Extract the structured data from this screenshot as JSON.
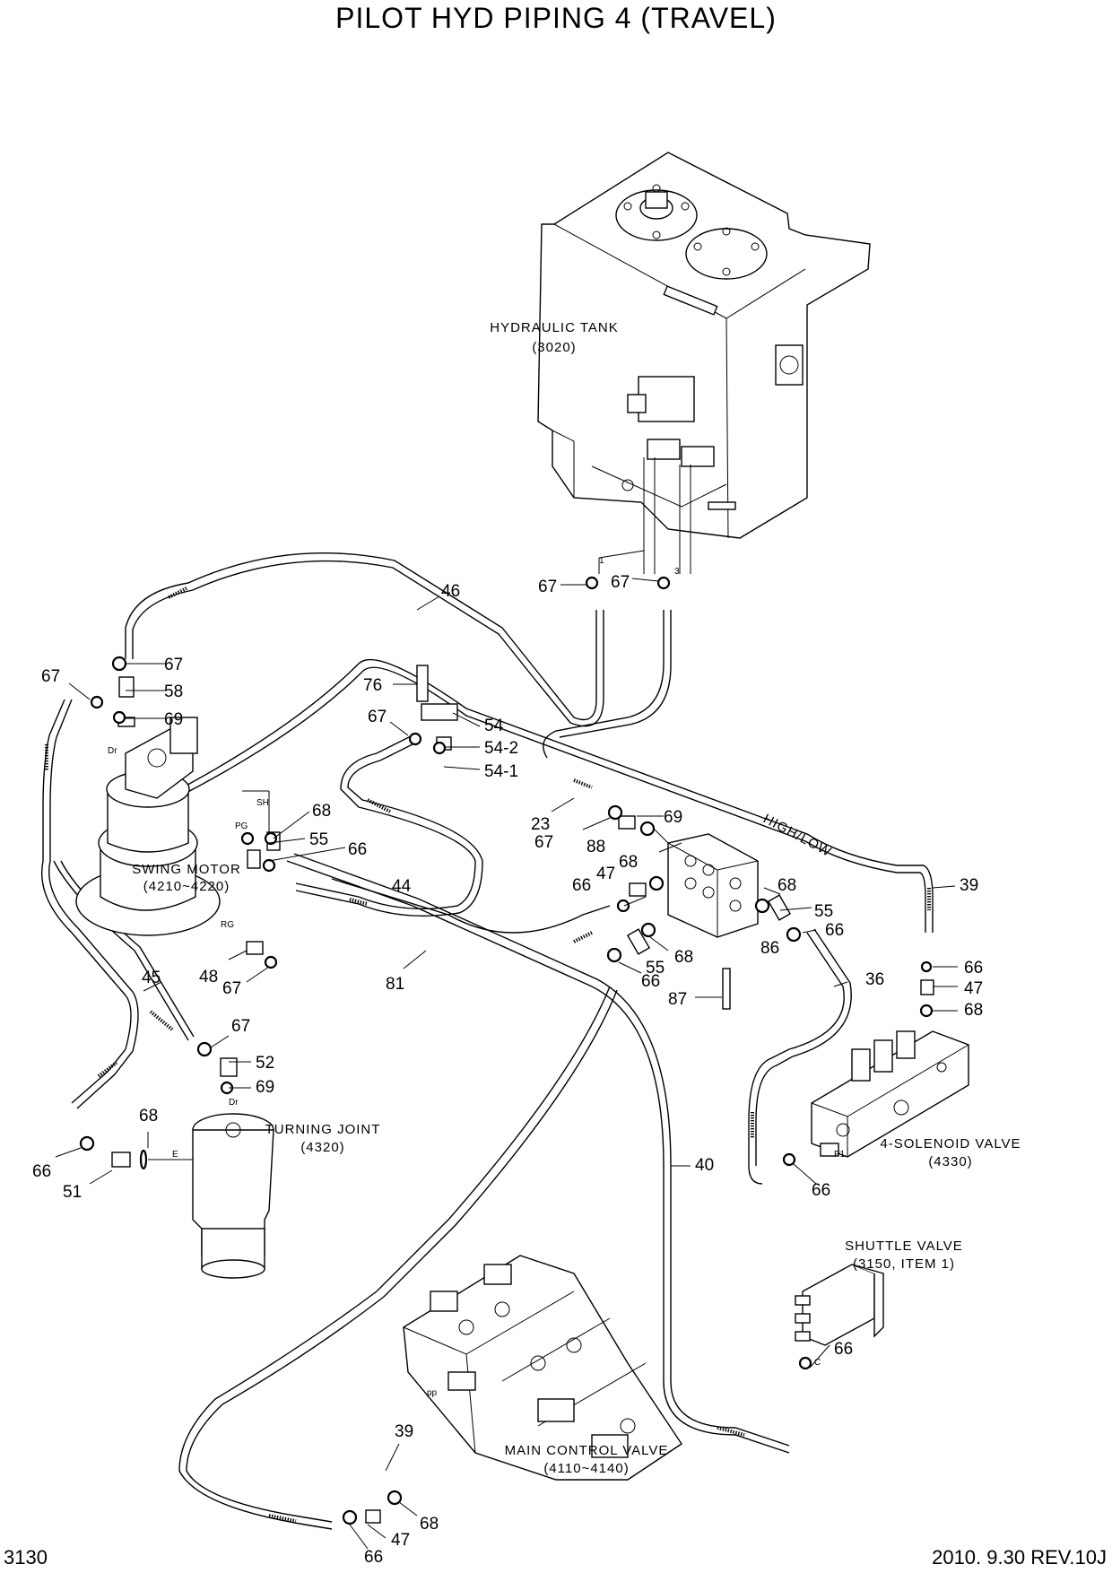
{
  "title": "PILOT HYD PIPING 4 (TRAVEL)",
  "page_number": "3130",
  "revision": "2010. 9.30  REV.10J",
  "components": {
    "hydraulic_tank": {
      "name": "HYDRAULIC TANK",
      "ref": "(3020)"
    },
    "swing_motor": {
      "name": "SWING MOTOR",
      "ref": "(4210~4220)"
    },
    "turning_joint": {
      "name": "TURNING JOINT",
      "ref": "(4320)"
    },
    "solenoid_valve": {
      "name": "4-SOLENOID VALVE",
      "ref": "(4330)"
    },
    "shuttle_valve": {
      "name": "SHUTTLE VALVE",
      "ref": "(3150, ITEM 1)"
    },
    "main_control_valve": {
      "name": "MAIN CONTROL VALVE",
      "ref": "(4110~4140)"
    }
  },
  "high_low": "HIGH/LOW",
  "port_labels": {
    "dr_motor": "Dr",
    "sh": "SH",
    "pg": "PG",
    "rg": "RG",
    "dr_joint": "Dr",
    "e": "E",
    "p1": "P1",
    "c": "C",
    "pp": "pp",
    "t1": "1",
    "t3": "3"
  },
  "callouts": {
    "c46": "46",
    "c67_tank1": "67",
    "c67_tank2": "67",
    "c67_a": "67",
    "c58": "58",
    "c69_a": "69",
    "c67_b": "67",
    "c76": "76",
    "c67_c": "67",
    "c54": "54",
    "c54_2": "54-2",
    "c54_1": "54-1",
    "c68_a": "68",
    "c55_a": "55",
    "c66_a": "66",
    "c44": "44",
    "c23": "23",
    "c67_d": "67",
    "c88": "88",
    "c69_b": "69",
    "c68_b": "68",
    "c47_a": "47",
    "c66_b": "66",
    "c68_c": "68",
    "c55_b": "55",
    "c66_c": "66",
    "c39_a": "39",
    "c86": "86",
    "c68_d": "68",
    "c55_c": "55",
    "c66_d": "66",
    "c87": "87",
    "c48": "48",
    "c67_e": "67",
    "c81": "81",
    "c36": "36",
    "c66_e": "66",
    "c47_b": "47",
    "c68_e": "68",
    "c45": "45",
    "c67_f": "67",
    "c52": "52",
    "c69_c": "69",
    "c68_f": "68",
    "c66_f": "66",
    "c51": "51",
    "c40": "40",
    "c66_g": "66",
    "c66_h": "66",
    "c39_b": "39",
    "c68_g": "68",
    "c47_c": "47",
    "c66_i": "66"
  }
}
